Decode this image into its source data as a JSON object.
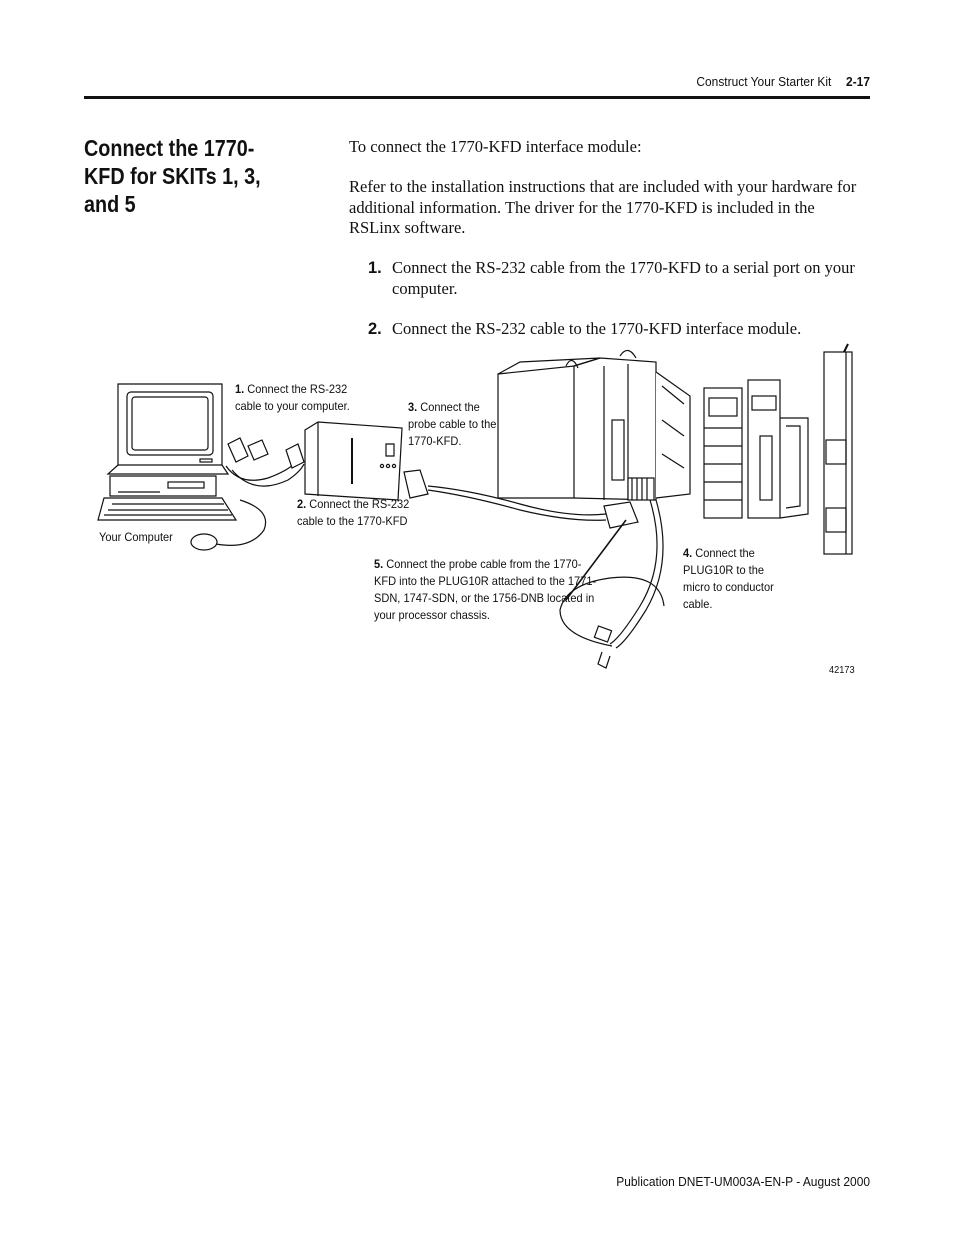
{
  "header": {
    "chapter": "Construct Your Starter Kit",
    "page_number": "2-17"
  },
  "section_title": "Connect the 1770-KFD for SKITs 1, 3, and 5",
  "intro": "To connect the 1770-KFD interface module:",
  "paragraph": "Refer to the installation instructions that are included with your hardware for additional information. The driver for the 1770-KFD is included in the RSLinx software.",
  "steps": [
    {
      "num": "1.",
      "text": "Connect the RS-232 cable from the 1770-KFD to a serial port on your computer."
    },
    {
      "num": "2.",
      "text": "Connect the RS-232 cable to the 1770-KFD interface module."
    }
  ],
  "figure": {
    "callouts": [
      {
        "num": "1.",
        "text": "Connect the RS-232 cable to your computer."
      },
      {
        "num": "2.",
        "text": "Connect the RS-232 cable to the 1770-KFD"
      },
      {
        "num": "3.",
        "text": "Connect the probe cable to the 1770-KFD."
      },
      {
        "num": "4.",
        "text": "Connect the PLUG10R to the micro to conductor cable."
      },
      {
        "num": "5.",
        "text": "Connect the probe cable from the 1770-KFD into the PLUG10R attached to the 1771-SDN, 1747-SDN, or the 1756-DNB located in your processor chassis."
      }
    ],
    "computer_label": "Your Computer",
    "figure_number": "42173"
  },
  "footer": {
    "publication": "Publication DNET-UM003A-EN-P - August 2000"
  }
}
